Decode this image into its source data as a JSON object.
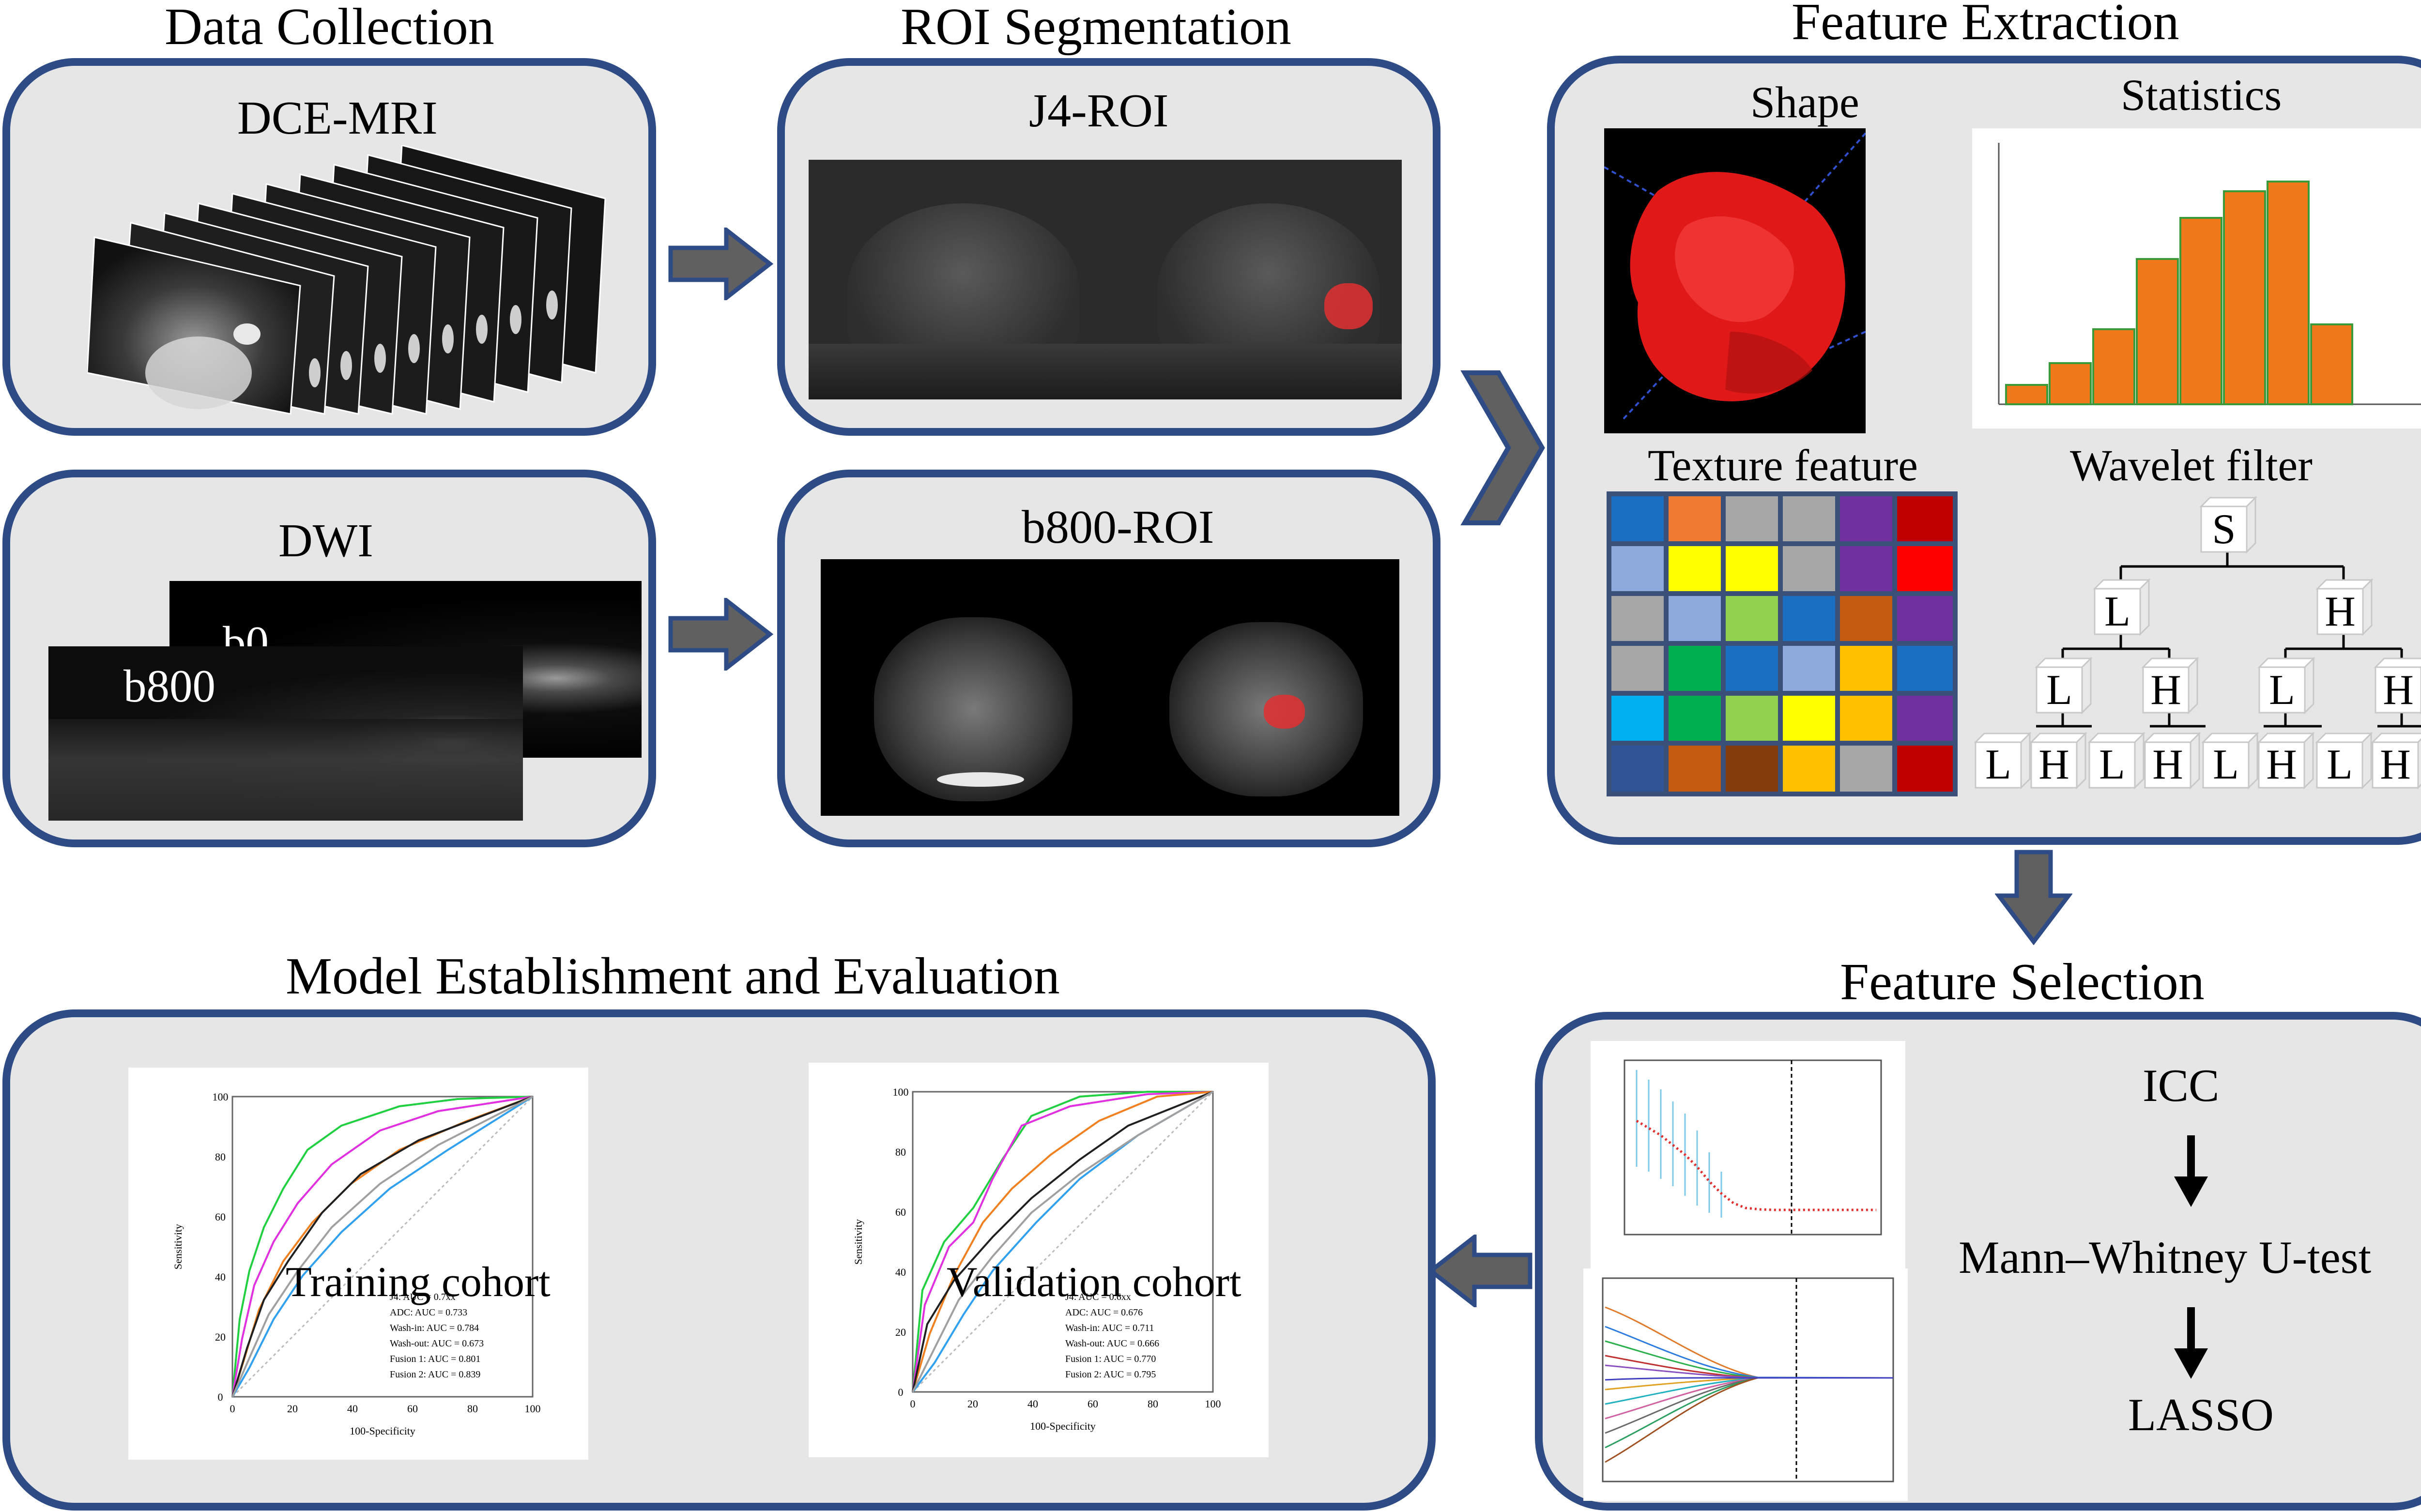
{
  "stages": {
    "data_collection": "Data Collection",
    "roi_segmentation": "ROI Segmentation",
    "feature_extraction": "Feature Extraction",
    "feature_selection": "Feature Selection",
    "model": "Model Establishment and Evaluation"
  },
  "data_collection": {
    "dce_label": "DCE-MRI",
    "dwi_label": "DWI",
    "b0_label": "b0",
    "b800_label": "b800"
  },
  "roi": {
    "j4_label": "J4-ROI",
    "b800_roi_label": "b800-ROI"
  },
  "features": {
    "shape_label": "Shape",
    "statistics_label": "Statistics",
    "texture_label": "Texture feature",
    "wavelet_label": "Wavelet filter",
    "wavelet_root": "S",
    "wavelet_l": "L",
    "wavelet_h": "H"
  },
  "selection": {
    "steps": [
      "ICC",
      "Mann–Whitney U-test",
      "LASSO"
    ]
  },
  "evaluation": {
    "training_label": "Training cohort",
    "validation_label": "Validation cohort",
    "x_axis_label": "100-Specificity",
    "y_axis_label": "Sensitivity",
    "ticks": [
      "0",
      "20",
      "40",
      "60",
      "80",
      "100"
    ],
    "training_legend": [
      "J4: AUC = 0.7xx",
      "ADC: AUC = 0.733",
      "Wash-in: AUC = 0.784",
      "Wash-out: AUC = 0.673",
      "Fusion 1: AUC = 0.801",
      "Fusion 2: AUC = 0.839"
    ],
    "validation_legend": [
      "J4: AUC = 0.6xx",
      "ADC: AUC = 0.676",
      "Wash-in: AUC = 0.711",
      "Wash-out: AUC = 0.666",
      "Fusion 1: AUC = 0.770",
      "Fusion 2: AUC = 0.795"
    ]
  },
  "colors": {
    "panel_border": "#2e4b86",
    "panel_fill": "#e6e6e6",
    "arrow_fill": "#606060",
    "roi_red": "#e03030",
    "histogram_bar": "#f07818"
  }
}
